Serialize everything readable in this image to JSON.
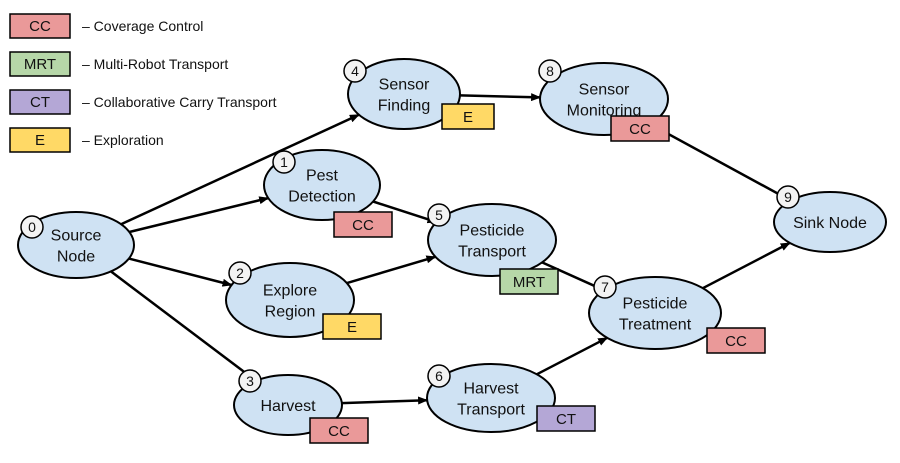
{
  "colors": {
    "node_fill": "#cfe2f3",
    "node_stroke": "#000000",
    "cc": "#ea9999",
    "mrt": "#b6d7a8",
    "ct": "#b4a7d6",
    "e": "#ffd966"
  },
  "legend": [
    {
      "code": "CC",
      "label": "– Coverage Control",
      "color_key": "cc"
    },
    {
      "code": "MRT",
      "label": "– Multi-Robot Transport",
      "color_key": "mrt"
    },
    {
      "code": "CT",
      "label": "– Collaborative Carry Transport",
      "color_key": "ct"
    },
    {
      "code": "E",
      "label": "– Exploration",
      "color_key": "e"
    }
  ],
  "nodes": [
    {
      "id": 0,
      "number": "0",
      "lines": [
        "Source",
        "Node"
      ],
      "badge": ""
    },
    {
      "id": 1,
      "number": "1",
      "lines": [
        "Pest",
        "Detection"
      ],
      "badge": "CC"
    },
    {
      "id": 2,
      "number": "2",
      "lines": [
        "Explore",
        "Region"
      ],
      "badge": "E"
    },
    {
      "id": 3,
      "number": "3",
      "lines": [
        "Harvest"
      ],
      "badge": "CC"
    },
    {
      "id": 4,
      "number": "4",
      "lines": [
        "Sensor",
        "Finding"
      ],
      "badge": "E"
    },
    {
      "id": 5,
      "number": "5",
      "lines": [
        "Pesticide",
        "Transport"
      ],
      "badge": "MRT"
    },
    {
      "id": 6,
      "number": "6",
      "lines": [
        "Harvest",
        "Transport"
      ],
      "badge": "CT"
    },
    {
      "id": 7,
      "number": "7",
      "lines": [
        "Pesticide",
        "Treatment"
      ],
      "badge": "CC"
    },
    {
      "id": 8,
      "number": "8",
      "lines": [
        "Sensor",
        "Monitoring"
      ],
      "badge": "CC"
    },
    {
      "id": 9,
      "number": "9",
      "lines": [
        "Sink Node"
      ],
      "badge": ""
    }
  ],
  "edges": [
    [
      0,
      1
    ],
    [
      0,
      2
    ],
    [
      0,
      3
    ],
    [
      0,
      4
    ],
    [
      1,
      5
    ],
    [
      2,
      5
    ],
    [
      4,
      8
    ],
    [
      3,
      6
    ],
    [
      5,
      7
    ],
    [
      6,
      7
    ],
    [
      8,
      9
    ],
    [
      7,
      9
    ]
  ]
}
